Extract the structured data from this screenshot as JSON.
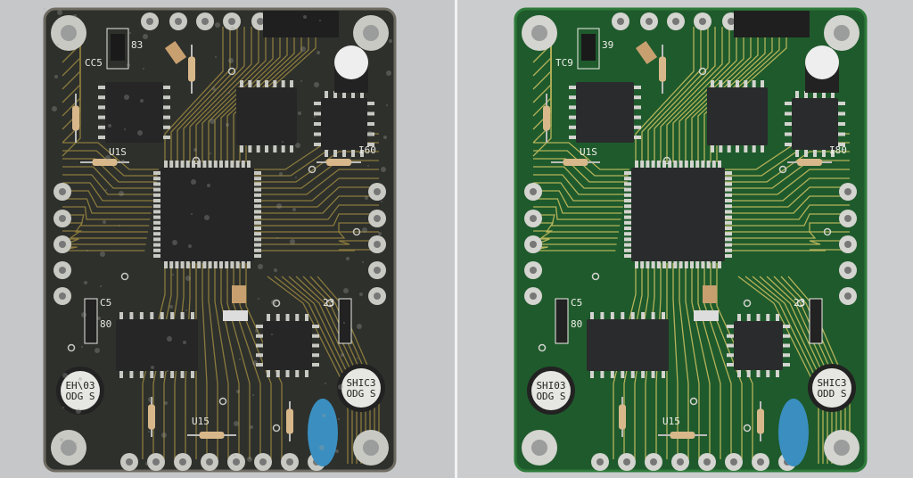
{
  "panels": [
    {
      "id": "worn",
      "colors": {
        "board": "#2e302c",
        "edge": "#6e6b62",
        "trace": "#8a7a3c",
        "chip": "#262627",
        "pad": "#c9c9c4",
        "silk": "#e8e8e2",
        "grime": "#9a9a94"
      },
      "labels": {
        "ic1": "CC5",
        "r1": "83",
        "ic1_ref": "U1S",
        "c5": "C5",
        "c23": "23",
        "r80": "80",
        "cap_left": "EH\\03\nODG S",
        "cap_right": "SHIC3\nODG S",
        "bottom": "U15",
        "r_right": "I60"
      }
    },
    {
      "id": "clean",
      "colors": {
        "board": "#1f5a2c",
        "edge": "#2e7a3a",
        "trace": "#b5b35a",
        "chip": "#2a2b2c",
        "pad": "#d4d4d0",
        "silk": "#f0f0ea",
        "grime": ""
      },
      "labels": {
        "ic1": "TC9",
        "r1": "39",
        "ic1_ref": "U1S",
        "c5": "C5",
        "c23": "23",
        "r80": "80",
        "cap_left": "SHI03\nODG S",
        "cap_right": "SHIC3\nODD S",
        "bottom": "U15",
        "r_right": "I80"
      }
    }
  ]
}
